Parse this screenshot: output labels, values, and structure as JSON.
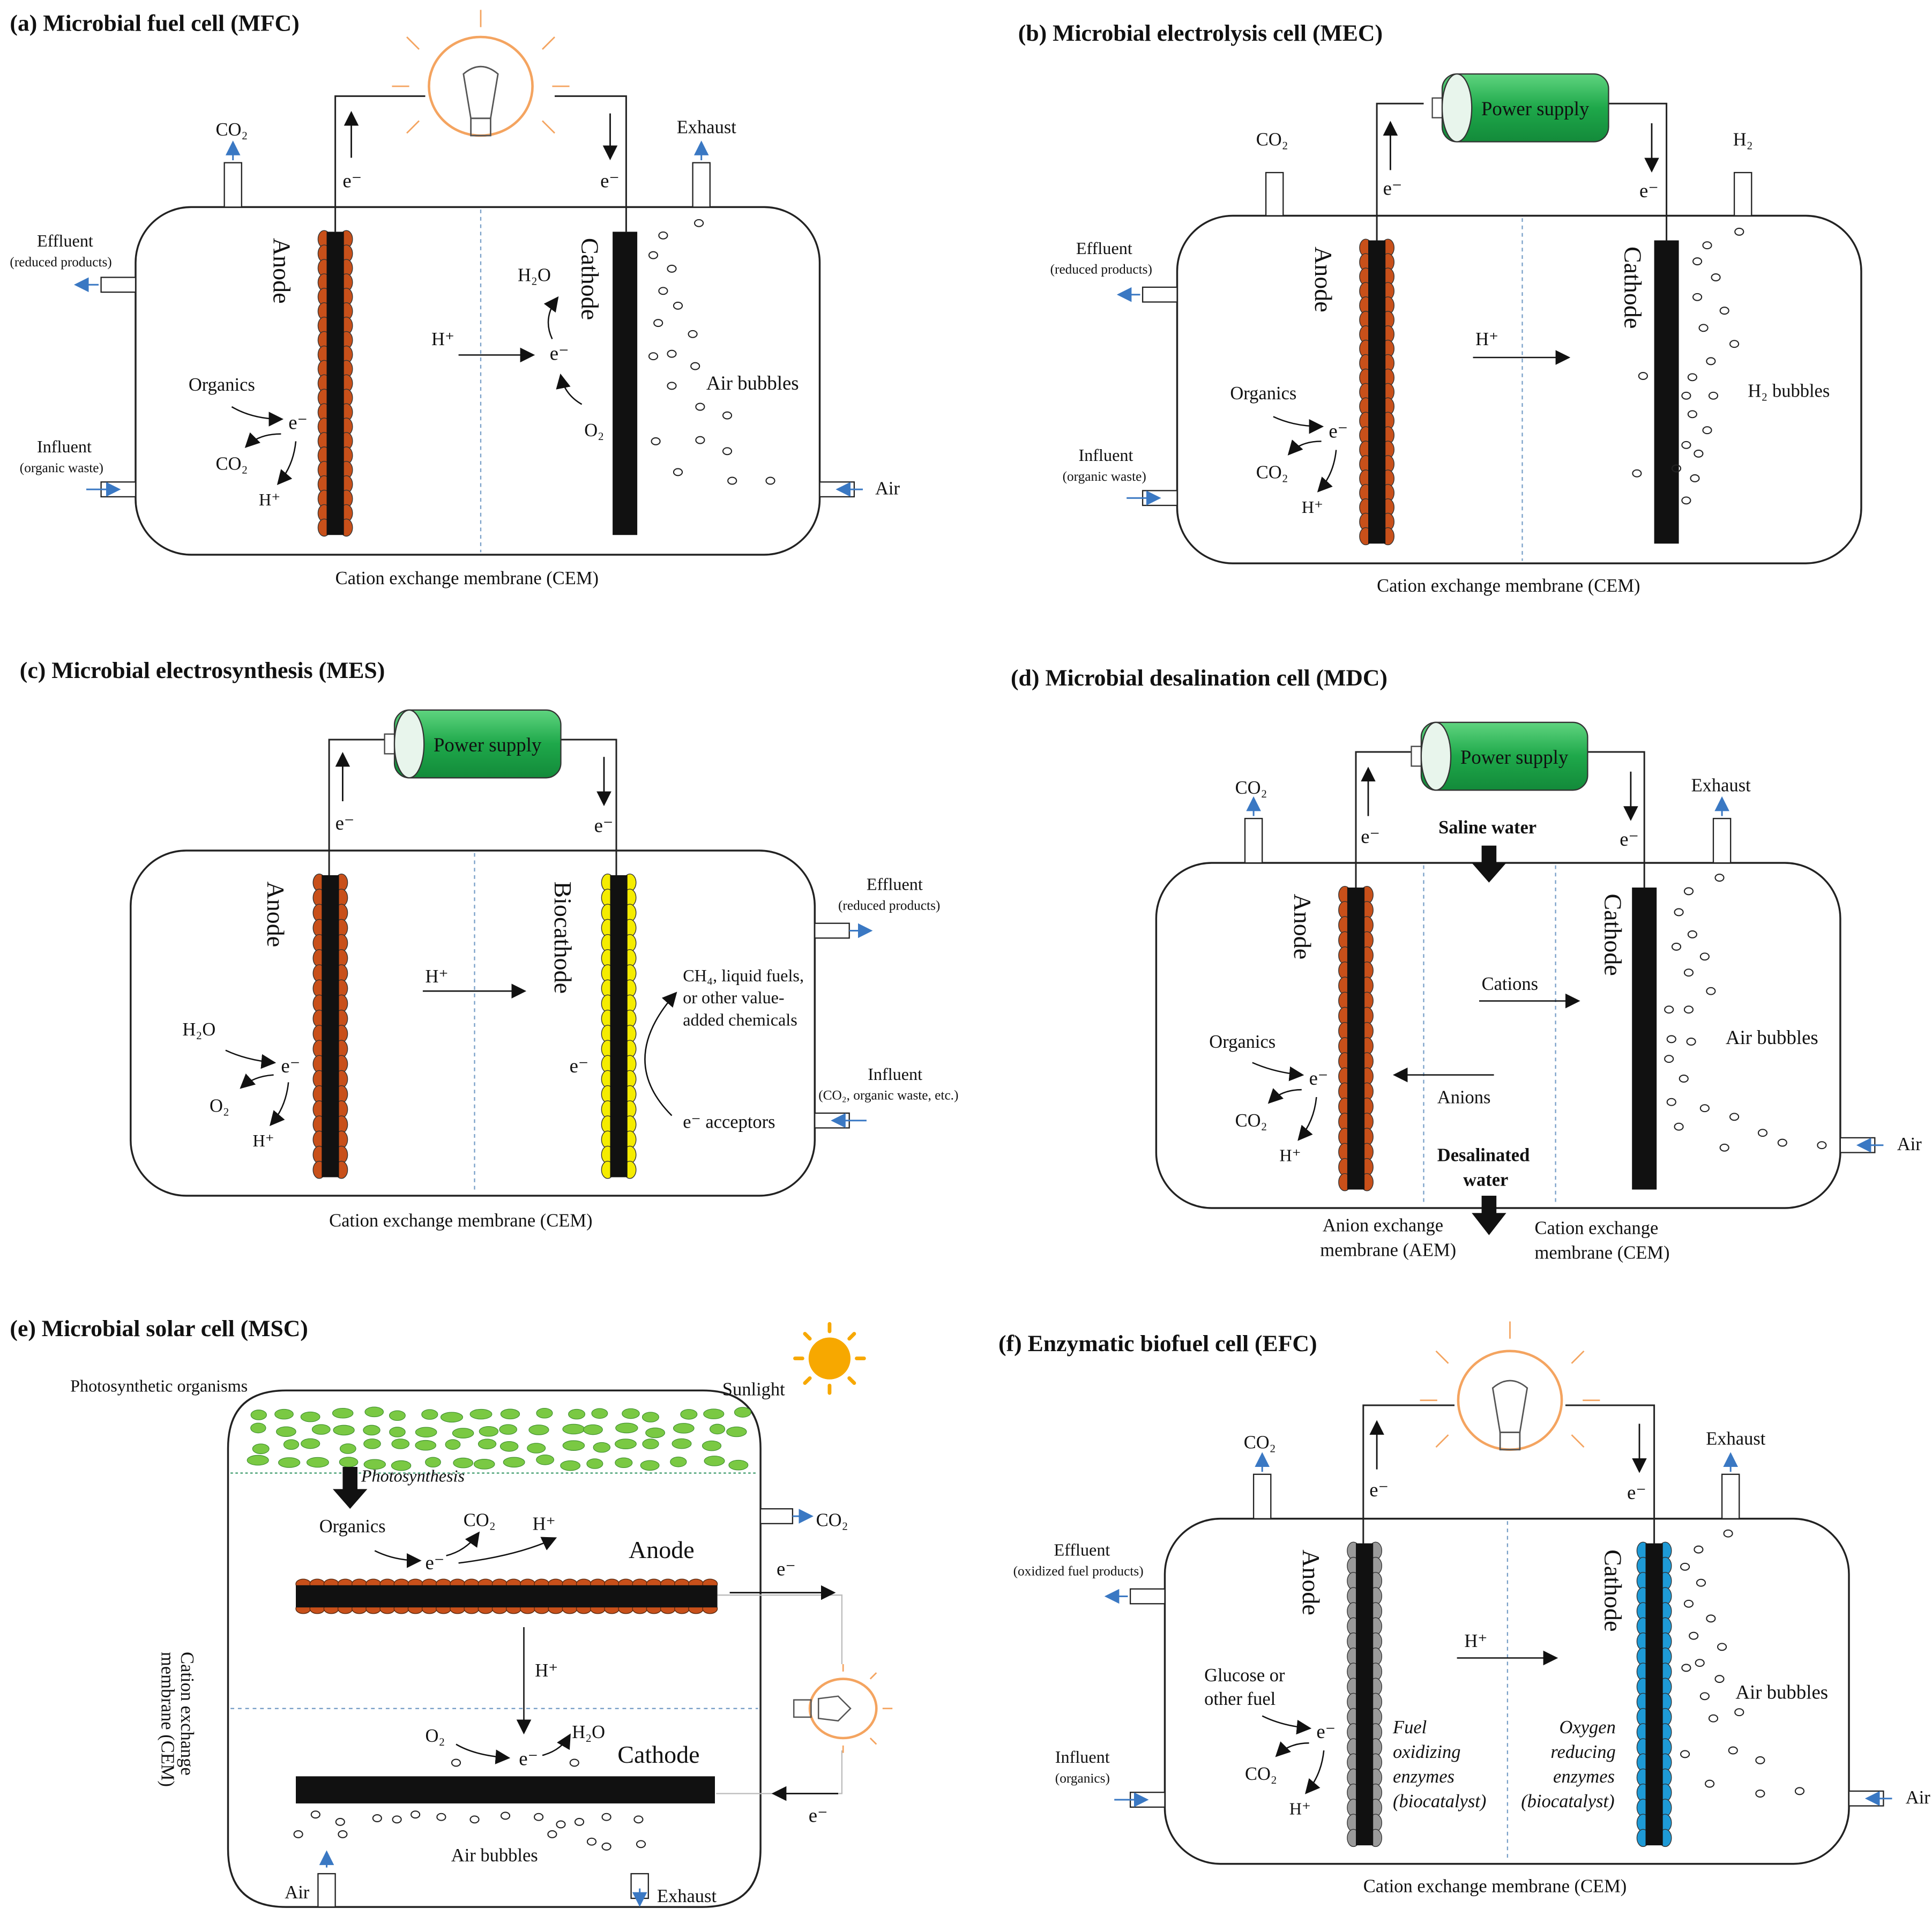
{
  "colors": {
    "anode_particle": "#c8501a",
    "biocathode_particle": "#f5ec00",
    "efc_anode_particle": "#9a9a9a",
    "efc_cathode_particle": "#1e9ad6",
    "battery_green": "#1ea84a",
    "algae_green": "#7ac943",
    "bulb_orange": "#f4a460",
    "sun_yellow": "#f7a800",
    "flow_arrow_blue": "#3a78c3",
    "membrane_blue": "#7aa0c8"
  },
  "icons": [
    "light-bulb-icon",
    "battery-icon",
    "sun-icon"
  ],
  "panels": {
    "mfc": {
      "title": "(a) Microbial fuel cell (MFC)",
      "co2": "CO₂",
      "exhaust": "Exhaust",
      "e_left": "e⁻",
      "e_right": "e⁻",
      "effluent": "Effluent",
      "effluent_sub": "(reduced products)",
      "influent": "Influent",
      "influent_sub": "(organic waste)",
      "anode": "Anode",
      "cathode": "Cathode",
      "h2o": "H₂O",
      "h_plus": "H⁺",
      "e_cathode": "e⁻",
      "o2": "O₂",
      "organics": "Organics",
      "e_anode": "e⁻",
      "co2_anode": "CO₂",
      "h_anode": "H⁺",
      "bubbles": "Air bubbles",
      "air": "Air",
      "membrane": "Cation exchange membrane (CEM)"
    },
    "mec": {
      "title": "(b) Microbial electrolysis cell (MEC)",
      "power": "Power supply",
      "co2": "CO₂",
      "h2": "H₂",
      "e_left": "e⁻",
      "e_right": "e⁻",
      "effluent": "Effluent",
      "effluent_sub": "(reduced products)",
      "influent": "Influent",
      "influent_sub": "(organic waste)",
      "anode": "Anode",
      "cathode": "Cathode",
      "h_plus": "H⁺",
      "organics": "Organics",
      "e_anode": "e⁻",
      "co2_anode": "CO₂",
      "h_anode": "H⁺",
      "bubbles": "H₂ bubbles",
      "membrane": "Cation exchange membrane (CEM)"
    },
    "mes": {
      "title": "(c) Microbial electrosynthesis (MES)",
      "power": "Power supply",
      "e_left": "e⁻",
      "e_right": "e⁻",
      "anode": "Anode",
      "biocathode": "Biocathode",
      "h_plus": "H⁺",
      "h2o": "H₂O",
      "e_anode": "e⁻",
      "o2": "O₂",
      "h_anode": "H⁺",
      "e_cathode": "e⁻",
      "products_1": "CH₄, liquid fuels,",
      "products_2": "or other value-",
      "products_3": "added chemicals",
      "acceptors": "e⁻ acceptors",
      "effluent": "Effluent",
      "effluent_sub": "(reduced products)",
      "influent": "Influent",
      "influent_sub": "(CO₂, organic waste, etc.)",
      "membrane": "Cation exchange membrane (CEM)"
    },
    "mdc": {
      "title": "(d) Microbial desalination cell (MDC)",
      "power": "Power supply",
      "co2": "CO₂",
      "exhaust": "Exhaust",
      "e_left": "e⁻",
      "e_right": "e⁻",
      "saline": "Saline water",
      "anode": "Anode",
      "cathode": "Cathode",
      "cations": "Cations",
      "anions": "Anions",
      "organics": "Organics",
      "e_anode": "e⁻",
      "co2_anode": "CO₂",
      "h_anode": "H⁺",
      "bubbles": "Air bubbles",
      "desalinated_1": "Desalinated",
      "desalinated_2": "water",
      "air": "Air",
      "aem_1": "Anion exchange",
      "aem_2": "membrane (AEM)",
      "cem_1": "Cation exchange",
      "cem_2": "membrane (CEM)"
    },
    "msc": {
      "title": "(e) Microbial solar cell (MSC)",
      "photo_org": "Photosynthetic organisms",
      "sunlight": "Sunlight",
      "photosynthesis": "Photosynthesis",
      "organics": "Organics",
      "e_anode": "e⁻",
      "co2_top": "CO₂",
      "h_top": "H⁺",
      "anode": "Anode",
      "co2_out": "CO₂",
      "e_out": "e⁻",
      "h_plus": "H⁺",
      "membrane_1": "Cation exchange",
      "membrane_2": "membrane (CEM)",
      "o2": "O₂",
      "e_cathode": "e⁻",
      "h2o": "H₂O",
      "cathode": "Cathode",
      "e_return": "e⁻",
      "bubbles": "Air bubbles",
      "air": "Air",
      "exhaust": "Exhaust"
    },
    "efc": {
      "title": "(f) Enzymatic biofuel cell (EFC)",
      "co2": "CO₂",
      "exhaust": "Exhaust",
      "e_left": "e⁻",
      "e_right": "e⁻",
      "effluent": "Effluent",
      "effluent_sub": "(oxidized fuel products)",
      "influent": "Influent",
      "influent_sub": "(organics)",
      "anode": "Anode",
      "cathode": "Cathode",
      "h_plus": "H⁺",
      "glucose_1": "Glucose or",
      "glucose_2": "other fuel",
      "e_anode": "e⁻",
      "co2_anode": "CO₂",
      "h_anode": "H⁺",
      "fuel_1": "Fuel",
      "fuel_2": "oxidizing",
      "fuel_3": "enzymes",
      "fuel_4": "(biocatalyst)",
      "oxy_1": "Oxygen",
      "oxy_2": "reducing",
      "oxy_3": "enzymes",
      "oxy_4": "(biocatalyst)",
      "bubbles": "Air bubbles",
      "air": "Air",
      "membrane": "Cation exchange membrane (CEM)"
    }
  }
}
